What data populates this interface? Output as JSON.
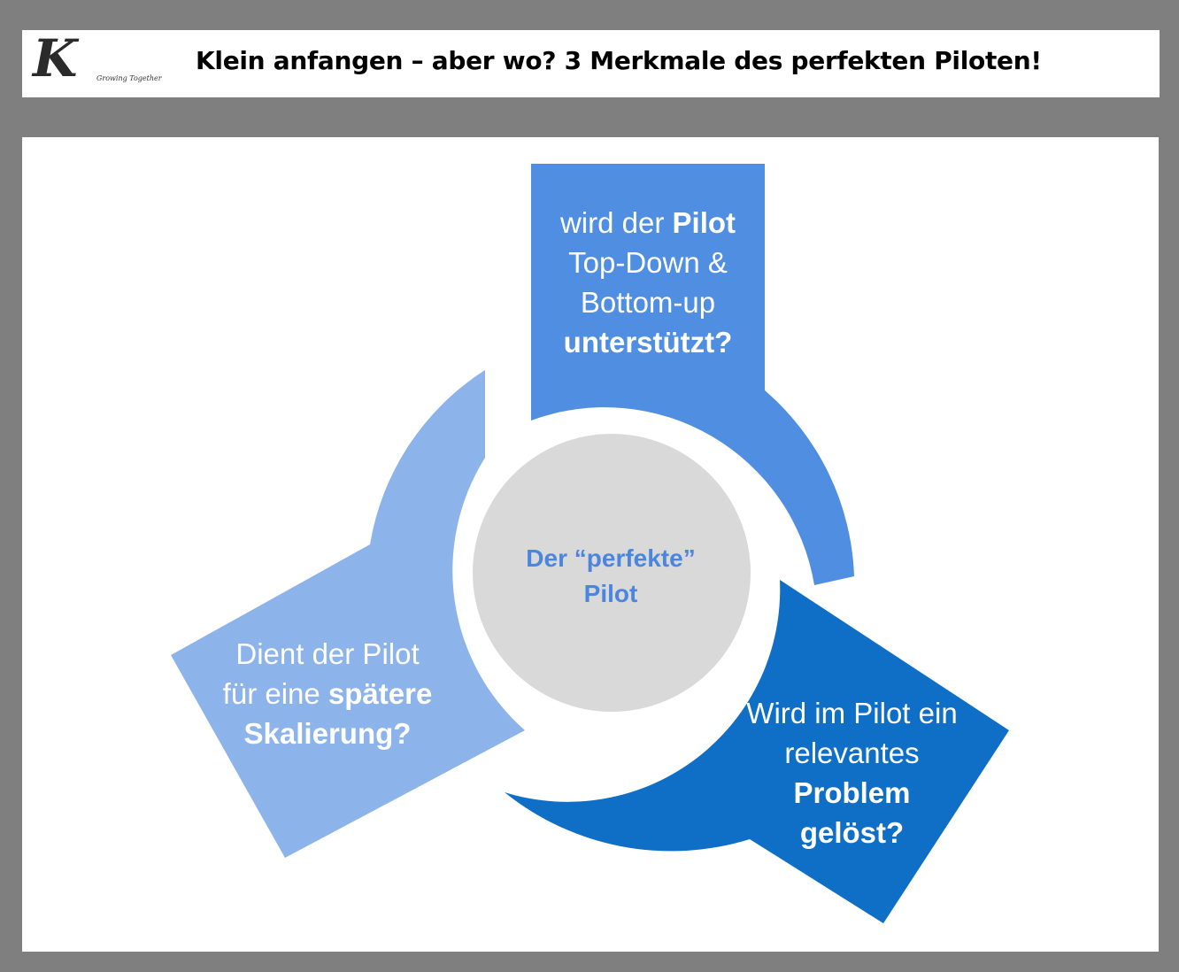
{
  "header": {
    "logo_letter": "K",
    "logo_tagline": "Growing Together",
    "title": "Klein anfangen – aber wo? 3 Merkmale des perfekten Piloten!"
  },
  "center": {
    "line1": "Der “perfekte”",
    "line2": "Pilot"
  },
  "segments": {
    "top": {
      "l1_pre": "wird der ",
      "l1_bold": "Pilot",
      "l2": "Top-Down &",
      "l3": "Bottom-up",
      "l4_bold": "unterstützt?"
    },
    "left": {
      "l1": "Dient der Pilot",
      "l2_pre": "für eine ",
      "l2_bold": "spätere",
      "l3_bold": "Skalierung?"
    },
    "right": {
      "l1": "Wird im Pilot ein",
      "l2": "relevantes",
      "l3_bold": "Problem",
      "l4_bold": "gelöst?"
    }
  },
  "colors": {
    "background": "#7f7f7f",
    "top_segment": "#4f8ee0",
    "left_segment": "#8db3eb",
    "right_segment": "#0f6fc6",
    "center_circle": "#d9d9d9",
    "center_text": "#4a86e0"
  }
}
